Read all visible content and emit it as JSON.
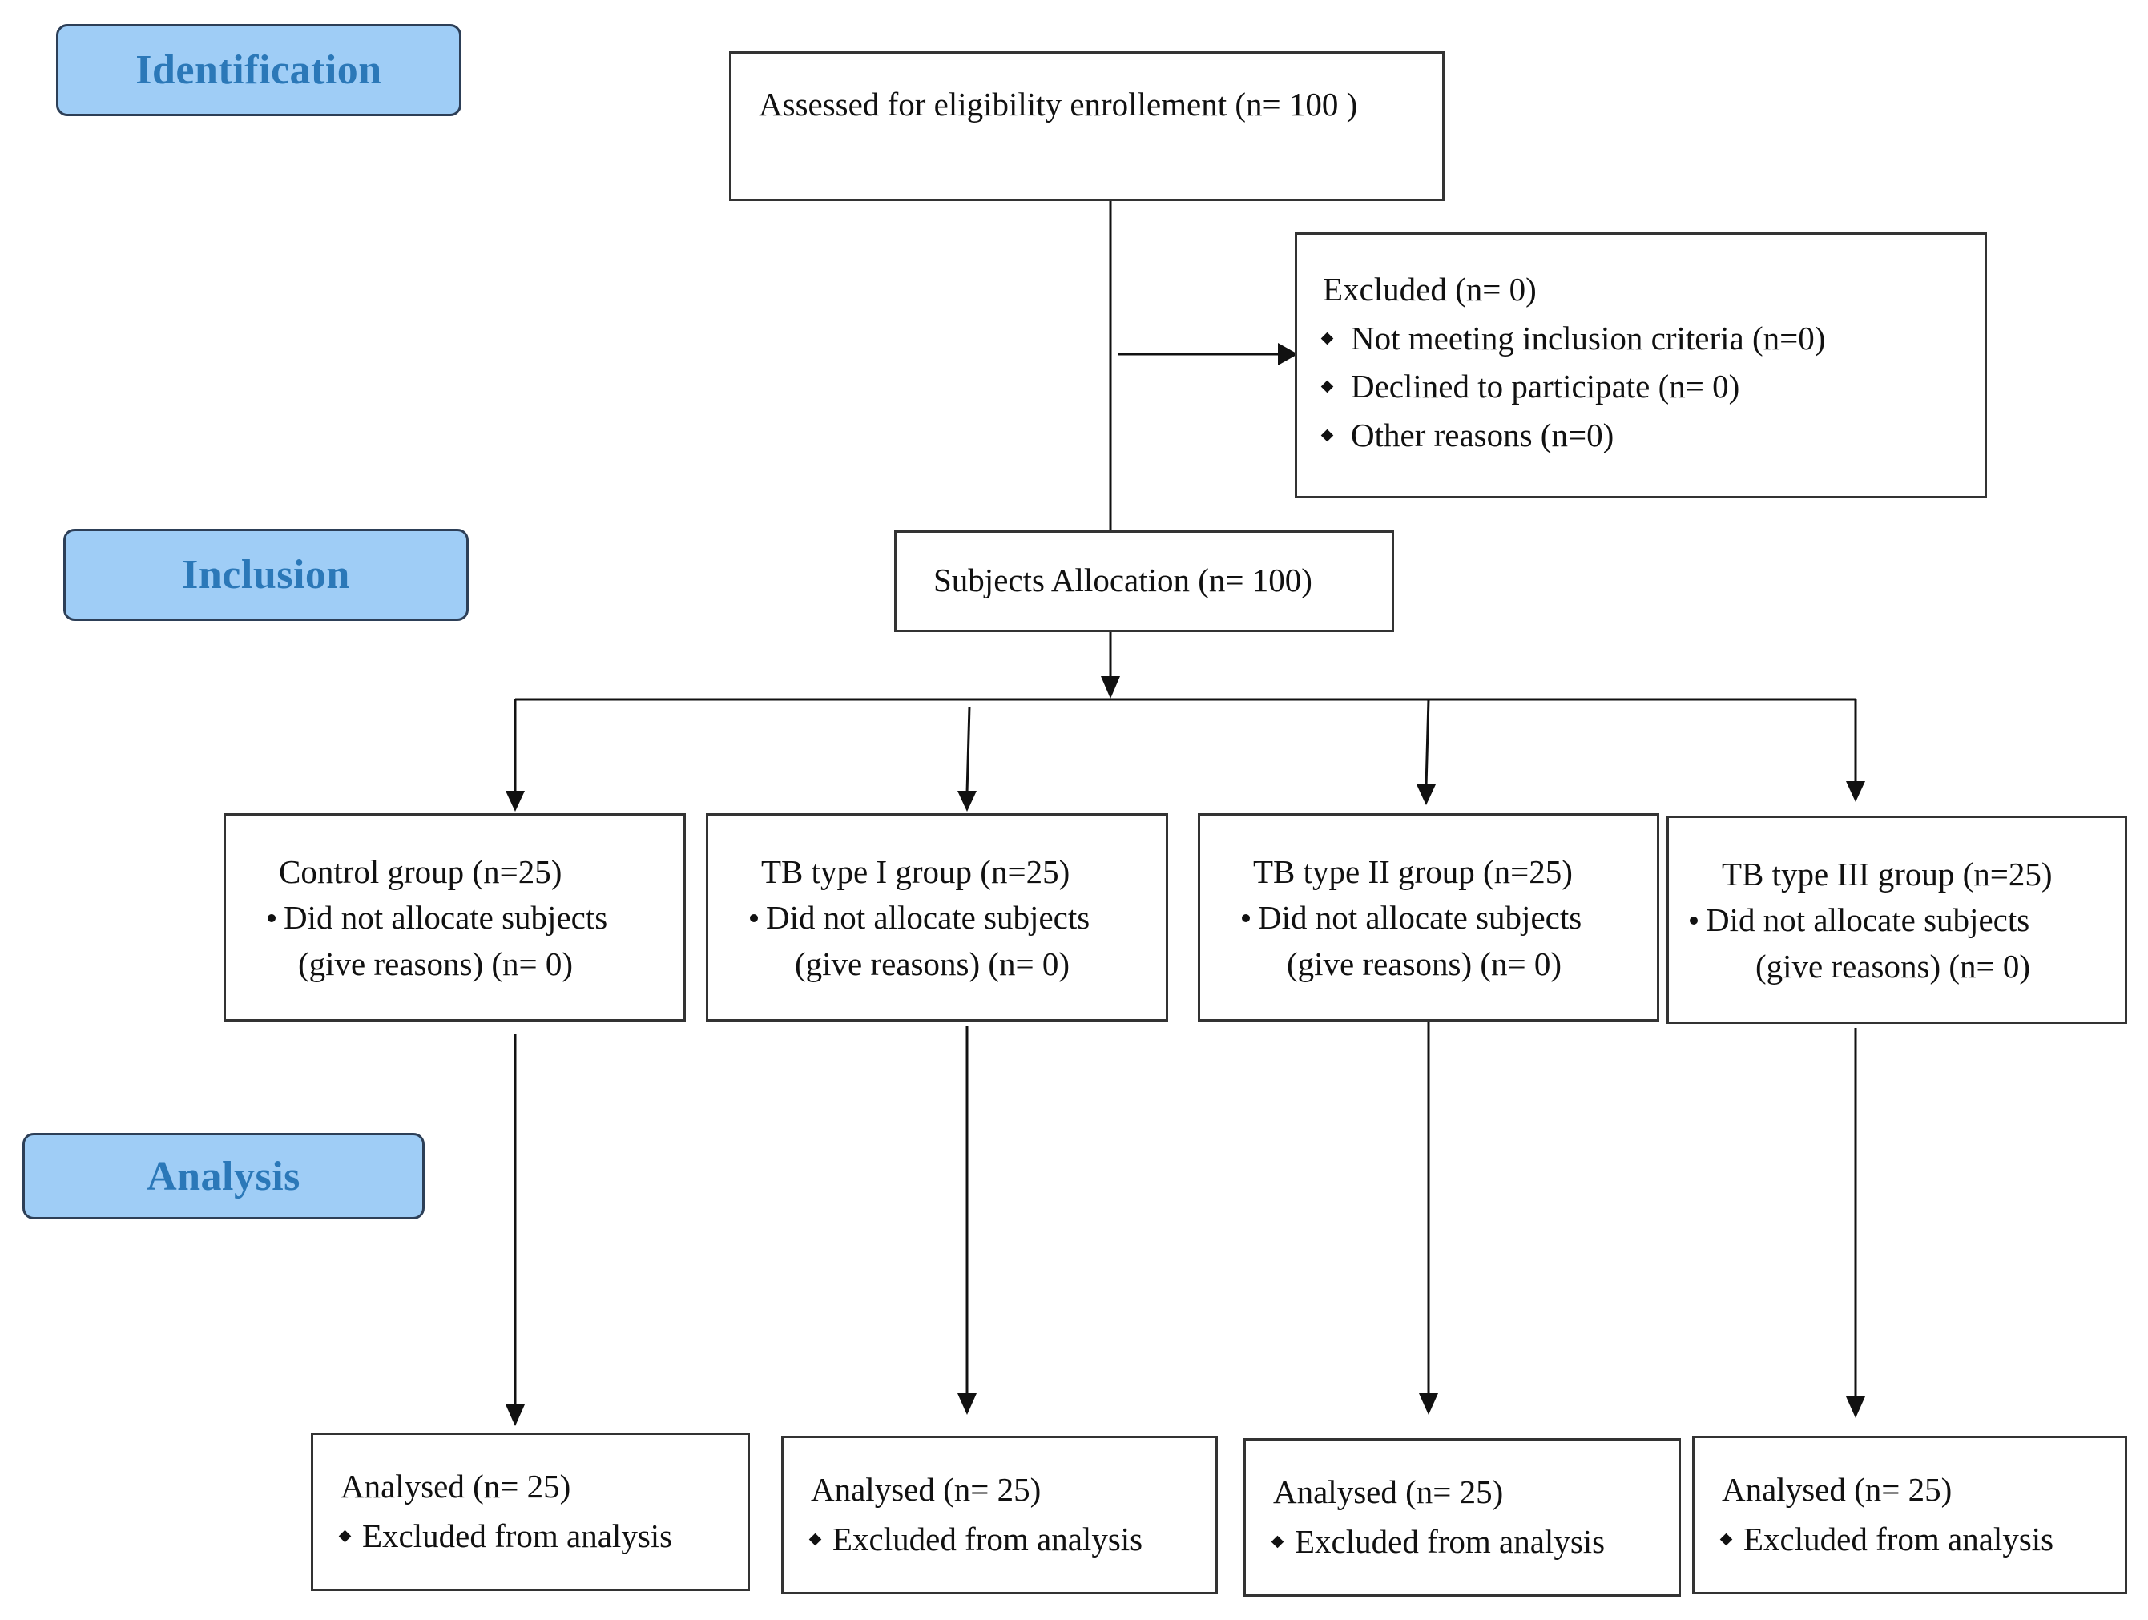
{
  "stages": {
    "identification": "Identification",
    "inclusion": "Inclusion",
    "analysis": "Analysis"
  },
  "enrollment": {
    "text": "Assessed for eligibility enrollement  (n= 100 )"
  },
  "excluded": {
    "title": "Excluded  (n= 0)",
    "items": [
      "Not meeting inclusion criteria (n=0)",
      "Declined to participate (n= 0)",
      "Other reasons (n=0)"
    ]
  },
  "allocation": {
    "text": "Subjects Allocation (n= 100)"
  },
  "groups": [
    {
      "title": "Control group  (n=25)",
      "bullet": "Did not allocate subjects",
      "reason": "(give reasons) (n= 0)"
    },
    {
      "title": "TB type I group  (n=25)",
      "bullet": "Did not allocate subjects",
      "reason": "(give reasons) (n= 0)"
    },
    {
      "title": "TB type II group  (n=25)",
      "bullet": "Did not allocate subjects",
      "reason": "(give reasons) (n= 0)"
    },
    {
      "title": "TB type III group  (n=25)",
      "bullet": "Did not allocate subjects",
      "reason": "(give reasons) (n= 0)"
    }
  ],
  "analysed": [
    {
      "title": "Analysed  (n= 25)",
      "item": "Excluded from analysis"
    },
    {
      "title": "Analysed  (n= 25)",
      "item": "Excluded from analysis"
    },
    {
      "title": "Analysed  (n= 25)",
      "item": "Excluded from analysis"
    },
    {
      "title": "Analysed  (n= 25)",
      "item": "Excluded from analysis"
    }
  ],
  "colors": {
    "stage_fill": "#9fcdf6",
    "stage_text": "#2b78b8",
    "stage_border": "#2d3f57",
    "box_border": "#333333",
    "line": "#111111"
  }
}
